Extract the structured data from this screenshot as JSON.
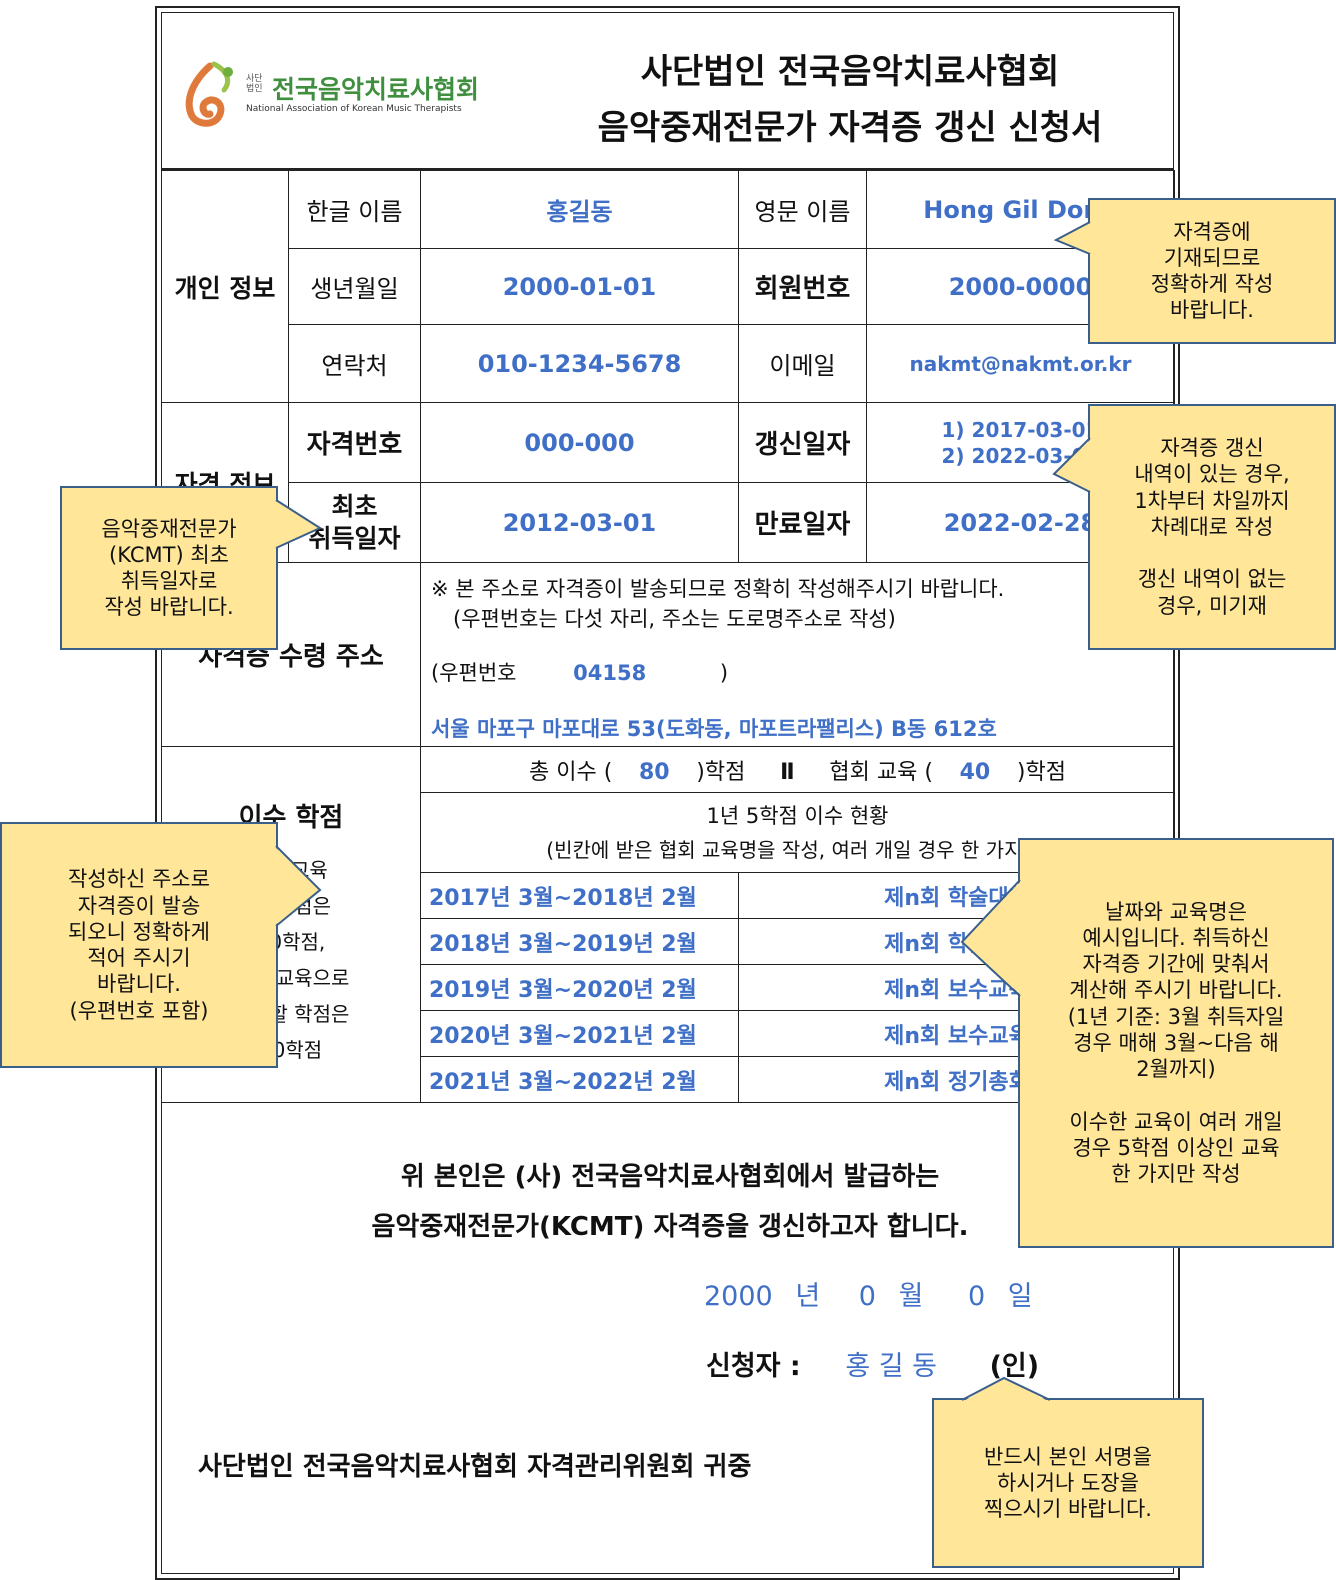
{
  "logo": {
    "small_prefix": "사단 법인",
    "name": "전국음악치료사협회",
    "english": "National Association of Korean Music Therapists"
  },
  "title": {
    "line1": "사단법인 전국음악치료사협회",
    "line2": "음악중재전문가 자격증 갱신 신청서"
  },
  "personal": {
    "section_label": "개인 정보",
    "korean_name_label": "한글 이름",
    "korean_name": "홍길동",
    "english_name_label": "영문 이름",
    "english_name": "Hong Gil Dong",
    "birth_label": "생년월일",
    "birth": "2000-01-01",
    "member_no_label": "회원번호",
    "member_no": "2000-0000",
    "contact_label": "연락처",
    "contact": "010-1234-5678",
    "email_label": "이메일",
    "email": "nakmt@nakmt.or.kr"
  },
  "qualification": {
    "section_label": "자격 정보",
    "cert_no_label": "자격번호",
    "cert_no": "000-000",
    "renew_label": "갱신일자",
    "renew_1": "1) 2017-03-01",
    "renew_2": "2) 2022-03-01",
    "first_label_1": "최초",
    "first_label_2": "취득일자",
    "first_date": "2012-03-01",
    "expire_label": "만료일자",
    "expire": "2022-02-28"
  },
  "address": {
    "label": "자격증 수령 주소",
    "notice_1": "※ 본 주소로 자격증이 발송되므로 정확히 작성해주시기 바랍니다.",
    "notice_2": "(우편번호는 다섯 자리, 주소는 도로명주소로 작성)",
    "zip_open": "(우편번호",
    "zip": "04158",
    "zip_close": ")",
    "line": "서울 마포구 마포대로 53(도화동, 마포트라팰리스) B동 612호"
  },
  "credits": {
    "label": "이수 학점",
    "desc_1": "보수교육",
    "desc_2": "총 학점은",
    "desc_3": "80학점,",
    "desc_4": "협회 교육으로",
    "desc_5": "이수할 학점은",
    "desc_6": "40학점",
    "total_prefix": "총 이수 (",
    "total": "80",
    "total_suffix": ")학점",
    "sep": "Ⅱ",
    "assoc_prefix": "협회 교육 (",
    "assoc": "40",
    "assoc_suffix": ")학점",
    "yearly_title": "1년 5학점 이수 현황",
    "yearly_sub": "(빈칸에 받은 협회 교육명을 작성, 여러 개일 경우 한 가지만)",
    "rows": [
      {
        "period": "2017년 3월~2018년 2월",
        "edu": "제n회 학술대회"
      },
      {
        "period": "2018년 3월~2019년 2월",
        "edu": "제n회 학술대회"
      },
      {
        "period": "2019년 3월~2020년 2월",
        "edu": "제n회 보수교육"
      },
      {
        "period": "2020년 3월~2021년 2월",
        "edu": "제n회 보수교육"
      },
      {
        "period": "2021년 3월~2022년 2월",
        "edu": "제n회 정기총회"
      }
    ]
  },
  "statement": {
    "line1": "위 본인은 (사) 전국음악치료사협회에서 발급하는",
    "line2": "음악중재전문가(KCMT) 자격증을 갱신하고자 합니다."
  },
  "date": {
    "year": "2000",
    "year_unit": "년",
    "month": "0",
    "month_unit": "월",
    "day": "0",
    "day_unit": "일"
  },
  "applicant": {
    "label": "신청자 :",
    "name": "홍 길 동",
    "seal": "(인)"
  },
  "footer": "사단법인 전국음악치료사협회 자격관리위원회 귀중",
  "callouts": {
    "name_note": "자격증에\n기재되므로\n정확하게 작성\n바랍니다.",
    "renew_note": "자격증 갱신\n내역이 있는 경우,\n1차부터 차일까지\n차례대로 작성\n\n갱신 내역이 없는\n경우, 미기재",
    "first_note": "음악중재전문가\n(KCMT) 최초\n취득일자로\n작성 바랍니다.",
    "address_note": "작성하신 주소로\n자격증이 발송\n되오니 정확하게\n적어 주시기\n바랍니다.\n(우편번호 포함)",
    "date_note": "날짜와 교육명은\n예시입니다. 취득하신\n자격증 기간에 맞춰서\n계산해 주시기 바랍니다.\n(1년 기준: 3월 취득자일\n경우 매해 3월~다음 해\n2월까지)\n\n이수한 교육이 여러 개일\n경우 5학점 이상인 교육\n한 가지만 작성",
    "sign_note": "반드시 본인 서명을\n하시거나 도장을\n찍으시기 바랍니다."
  },
  "colors": {
    "value_blue": "#3f6fc6",
    "note_bg": "#ffe699",
    "note_border": "#3a5f8a",
    "logo_green": "#3f8f3f"
  }
}
